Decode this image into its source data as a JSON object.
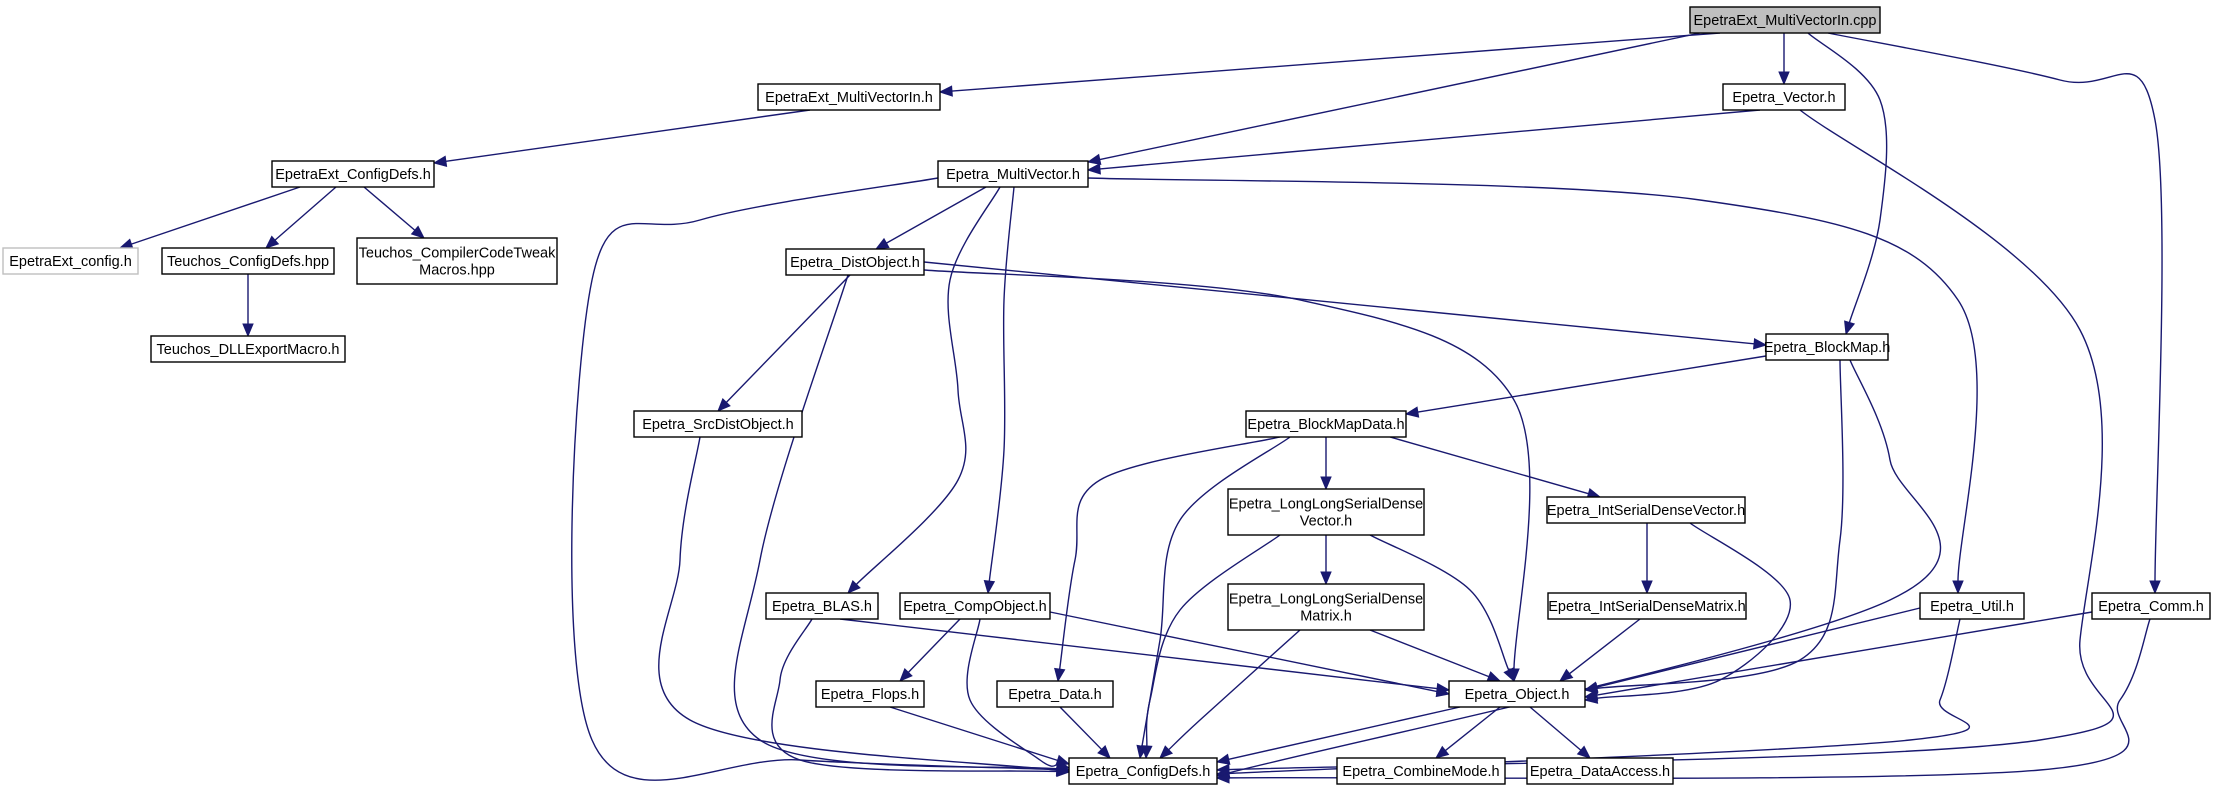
{
  "graph": {
    "nodes": {
      "cpp": [
        "EpetraExt_MultiVectorIn.cpp"
      ],
      "mvin_h": [
        "EpetraExt_MultiVectorIn.h"
      ],
      "vector_h": [
        "Epetra_Vector.h"
      ],
      "ext_configdefs": [
        "EpetraExt_ConfigDefs.h"
      ],
      "multivector_h": [
        "Epetra_MultiVector.h"
      ],
      "ext_config": [
        "EpetraExt_config.h"
      ],
      "teuchos_configdefs": [
        "Teuchos_ConfigDefs.hpp"
      ],
      "teuchos_tweak": [
        "Teuchos_CompilerCodeTweak",
        "Macros.hpp"
      ],
      "teuchos_dll": [
        "Teuchos_DLLExportMacro.h"
      ],
      "distobject": [
        "Epetra_DistObject.h"
      ],
      "blockmap": [
        "Epetra_BlockMap.h"
      ],
      "srcdistobject": [
        "Epetra_SrcDistObject.h"
      ],
      "blockmapdata": [
        "Epetra_BlockMapData.h"
      ],
      "ll_vector": [
        "Epetra_LongLongSerialDense",
        "Vector.h"
      ],
      "int_vector": [
        "Epetra_IntSerialDenseVector.h"
      ],
      "ll_matrix": [
        "Epetra_LongLongSerialDense",
        "Matrix.h"
      ],
      "int_matrix": [
        "Epetra_IntSerialDenseMatrix.h"
      ],
      "blas": [
        "Epetra_BLAS.h"
      ],
      "compobject": [
        "Epetra_CompObject.h"
      ],
      "util": [
        "Epetra_Util.h"
      ],
      "comm": [
        "Epetra_Comm.h"
      ],
      "flops": [
        "Epetra_Flops.h"
      ],
      "data": [
        "Epetra_Data.h"
      ],
      "object": [
        "Epetra_Object.h"
      ],
      "configdefs": [
        "Epetra_ConfigDefs.h"
      ],
      "combinemode": [
        "Epetra_CombineMode.h"
      ],
      "dataaccess": [
        "Epetra_DataAccess.h"
      ]
    },
    "edges": [
      [
        "cpp",
        "mvin_h"
      ],
      [
        "cpp",
        "vector_h"
      ],
      [
        "cpp",
        "multivector_h"
      ],
      [
        "cpp",
        "blockmap"
      ],
      [
        "cpp",
        "comm"
      ],
      [
        "mvin_h",
        "ext_configdefs"
      ],
      [
        "ext_configdefs",
        "ext_config"
      ],
      [
        "ext_configdefs",
        "teuchos_configdefs"
      ],
      [
        "ext_configdefs",
        "teuchos_tweak"
      ],
      [
        "teuchos_configdefs",
        "teuchos_dll"
      ],
      [
        "vector_h",
        "multivector_h"
      ],
      [
        "vector_h",
        "configdefs"
      ],
      [
        "multivector_h",
        "distobject"
      ],
      [
        "multivector_h",
        "blas"
      ],
      [
        "multivector_h",
        "compobject"
      ],
      [
        "multivector_h",
        "util"
      ],
      [
        "multivector_h",
        "configdefs"
      ],
      [
        "distobject",
        "blockmap"
      ],
      [
        "distobject",
        "srcdistobject"
      ],
      [
        "distobject",
        "object"
      ],
      [
        "distobject",
        "configdefs"
      ],
      [
        "srcdistobject",
        "configdefs"
      ],
      [
        "blockmap",
        "blockmapdata"
      ],
      [
        "blockmap",
        "object"
      ],
      [
        "blockmap",
        "configdefs"
      ],
      [
        "blockmapdata",
        "ll_vector"
      ],
      [
        "blockmapdata",
        "int_vector"
      ],
      [
        "blockmapdata",
        "data"
      ],
      [
        "blockmapdata",
        "configdefs"
      ],
      [
        "ll_vector",
        "ll_matrix"
      ],
      [
        "ll_vector",
        "object"
      ],
      [
        "ll_vector",
        "configdefs"
      ],
      [
        "int_vector",
        "int_matrix"
      ],
      [
        "int_vector",
        "object"
      ],
      [
        "ll_matrix",
        "object"
      ],
      [
        "ll_matrix",
        "configdefs"
      ],
      [
        "int_matrix",
        "object"
      ],
      [
        "blas",
        "object"
      ],
      [
        "blas",
        "configdefs"
      ],
      [
        "compobject",
        "flops"
      ],
      [
        "compobject",
        "object"
      ],
      [
        "compobject",
        "configdefs"
      ],
      [
        "util",
        "object"
      ],
      [
        "util",
        "configdefs"
      ],
      [
        "comm",
        "object"
      ],
      [
        "comm",
        "configdefs"
      ],
      [
        "flops",
        "configdefs"
      ],
      [
        "data",
        "configdefs"
      ],
      [
        "object",
        "configdefs"
      ],
      [
        "object",
        "combinemode"
      ],
      [
        "object",
        "dataaccess"
      ]
    ],
    "colors": {
      "edge": "#191970",
      "node_border": "#000000",
      "root_fill": "#bfbfbf",
      "external_border": "#bfbfbf"
    }
  }
}
